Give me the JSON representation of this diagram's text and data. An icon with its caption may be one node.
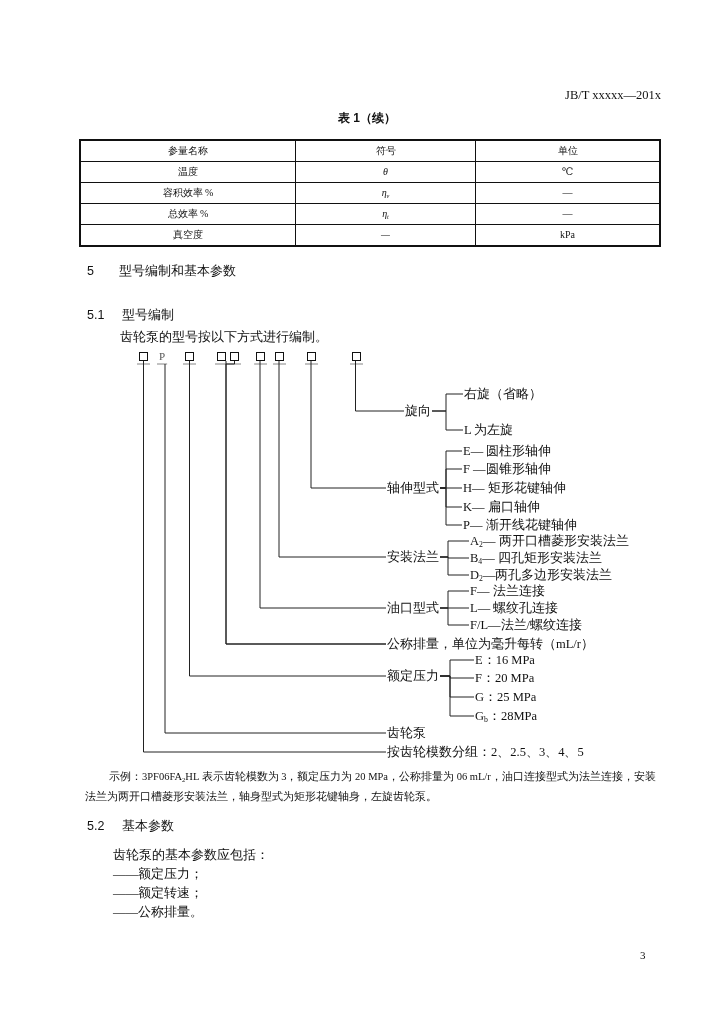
{
  "diagram": {
    "nodes": [
      {
        "text": [],
        "shape": "box"
      },
      {
        "text": [
          "P"
        ]
      },
      {
        "text": [],
        "shape": "box"
      },
      {
        "text": [],
        "shape": "box"
      },
      {
        "text": [],
        "shape": "box"
      },
      {
        "text": [],
        "shape": "box"
      },
      {
        "text": [],
        "shape": "box"
      },
      {
        "text": [],
        "shape": "box"
      },
      {
        "text": [],
        "shape": "box"
      },
      {
        "text": [
          "旋向"
        ]
      },
      {
        "text": [
          "右旋（省略）"
        ]
      },
      {
        "text": [
          "L 为左旋"
        ]
      },
      {
        "text": [
          "轴伸型式"
        ]
      },
      {
        "text": [
          "E— 圆柱形轴伸"
        ]
      },
      {
        "text": [
          "F —圆锥形轴伸"
        ]
      },
      {
        "text": [
          "H— 矩形花键轴伸"
        ]
      },
      {
        "text": [
          "K— 扁口轴伸"
        ]
      },
      {
        "text": [
          "P— 渐开线花键轴伸"
        ]
      },
      {
        "text": [
          "安装法兰"
        ]
      },
      {
        "text": [
          "A$_{2}$— 两开口槽菱形安装法兰"
        ]
      },
      {
        "text": [
          "B$_{4}$— 四孔矩形安装法兰"
        ]
      },
      {
        "text": [
          "D$_{2}$—两孔多边形安装法兰"
        ]
      },
      {
        "text": [
          "油口型式"
        ]
      },
      {
        "text": [
          "F— 法兰连接"
        ]
      },
      {
        "text": [
          "L— 螺纹孔连接"
        ]
      },
      {
        "text": [
          "F/L—法兰/螺纹连接"
        ]
      },
      {
        "text": [
          "公称排量，单位为毫升每转（mL/r）"
        ]
      },
      {
        "text": [
          "额定压力"
        ]
      },
      {
        "text": [
          "E：16 MPa"
        ]
      },
      {
        "text": [
          "F：20 MPa"
        ]
      },
      {
        "text": [
          "G：25 MPa"
        ]
      },
      {
        "text": [
          "G$_{b}$：28MPa"
        ]
      },
      {
        "text": [
          "齿轮泵"
        ]
      },
      {
        "text": [
          "按齿轮模数分组：2、2.5、3、4、5"
        ]
      }
    ],
    "edges": [
      {
        "from": 8,
        "to": 9,
        "arrow": "none"
      },
      {
        "from": 9,
        "to": 10,
        "arrow": "none"
      },
      {
        "from": 9,
        "to": 11,
        "arrow": "none"
      },
      {
        "from": 7,
        "to": 12,
        "arrow": "none"
      },
      {
        "from": 12,
        "to": 13,
        "arrow": "none"
      },
      {
        "from": 12,
        "to": 14,
        "arrow": "none"
      },
      {
        "from": 12,
        "to": 15,
        "arrow": "none"
      },
      {
        "from": 12,
        "to": 16,
        "arrow": "none"
      },
      {
        "from": 12,
        "to": 17,
        "arrow": "none"
      },
      {
        "from": 6,
        "to": 18,
        "arrow": "none"
      },
      {
        "from": 18,
        "to": 19,
        "arrow": "none"
      },
      {
        "from": 18,
        "to": 20,
        "arrow": "none"
      },
      {
        "from": 18,
        "to": 21,
        "arrow": "none"
      },
      {
        "from": 5,
        "to": 22,
        "arrow": "none"
      },
      {
        "from": 22,
        "to": 23,
        "arrow": "none"
      },
      {
        "from": 22,
        "to": 24,
        "arrow": "none"
      },
      {
        "from": 22,
        "to": 25,
        "arrow": "none"
      },
      {
        "from": 3,
        "to": 26,
        "arrow": "none"
      },
      {
        "from": 4,
        "to": 26,
        "arrow": "none"
      },
      {
        "from": 2,
        "to": 27,
        "arrow": "none"
      },
      {
        "from": 27,
        "to": 28,
        "arrow": "none"
      },
      {
        "from": 27,
        "to": 29,
        "arrow": "none"
      },
      {
        "from": 27,
        "to": 30,
        "arrow": "none"
      },
      {
        "from": 27,
        "to": 31,
        "arrow": "none"
      },
      {
        "from": 1,
        "to": 32,
        "arrow": "none"
      },
      {
        "from": 0,
        "to": 33,
        "arrow": "none"
      }
    ],
    "labels": [
      "JB/T xxxxx—201x",
      "表 1（续）",
      "参量名称",
      "符号",
      "单位",
      "温度",
      "θ",
      "℃",
      "容积效率 %",
      "η$_{v}$",
      "—",
      "总效率 %",
      "η$_{t}$",
      "—",
      "真空度",
      "—",
      "kPa",
      "5 型号编制和基本参数",
      "5.1 型号编制",
      "齿轮泵的型号按以下方式进行编制。",
      "示例：3PF06FA$_{2}$HL 表示齿轮模数为 3，额定压力为 20 MPa，公称排量为 06 mL/r，油口连接型式为法兰连接，安装法兰为两开口槽菱形安装法兰，轴身型式为矩形花键轴身，左旋齿轮泵。",
      "5.2 基本参数",
      "齿轮泵的基本参数应包括：",
      "——额定压力；",
      "——额定转速；",
      "——公称排量。",
      "3"
    ]
  }
}
